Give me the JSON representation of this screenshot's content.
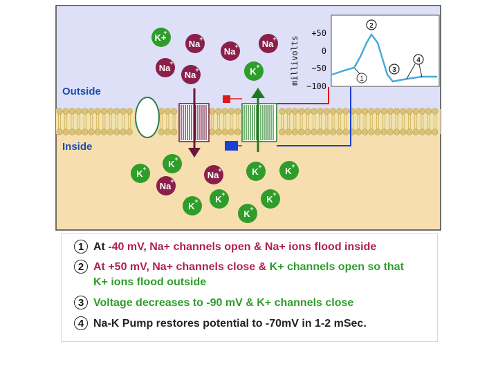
{
  "regions": {
    "outside_label": "Outside",
    "inside_label": "Inside"
  },
  "ions": {
    "outside": [
      {
        "type": "K",
        "label": "K+",
        "charge": "+"
      },
      {
        "type": "Na",
        "label": "Na",
        "charge": "+"
      },
      {
        "type": "Na",
        "label": "Na",
        "charge": "+"
      },
      {
        "type": "Na",
        "label": "Na",
        "charge": "+"
      },
      {
        "type": "Na",
        "label": "Na",
        "charge": "+"
      },
      {
        "type": "Na",
        "label": "Na",
        "charge": "+"
      },
      {
        "type": "K",
        "label": "K",
        "charge": "+"
      }
    ],
    "inside": [
      {
        "type": "K",
        "label": "K",
        "charge": "+"
      },
      {
        "type": "K",
        "label": "K",
        "charge": "+"
      },
      {
        "type": "Na",
        "label": "Na",
        "charge": "+"
      },
      {
        "type": "K",
        "label": "K",
        "charge": "+"
      },
      {
        "type": "K",
        "label": "K",
        "charge": "+"
      },
      {
        "type": "Na",
        "label": "Na",
        "charge": "+"
      },
      {
        "type": "K",
        "label": "K",
        "charge": "+"
      },
      {
        "type": "K",
        "label": "K",
        "charge": "+"
      },
      {
        "type": "K",
        "label": "K",
        "charge": "+"
      },
      {
        "type": "K",
        "label": "K",
        "charge": "+"
      }
    ]
  },
  "graph": {
    "ylabel": "millivolts",
    "ticks": [
      "+50",
      "0",
      "−50",
      "−100"
    ],
    "markers": [
      "1",
      "2",
      "3",
      "4"
    ]
  },
  "legend": [
    {
      "num": "1",
      "parts": [
        {
          "text": "At ",
          "color": "dark"
        },
        {
          "text": "-40 mV, Na+ channels open & Na+ ions flood inside",
          "color": "red"
        }
      ]
    },
    {
      "num": "2",
      "parts": [
        {
          "text": "At +50 mV, Na+ channels close & ",
          "color": "red"
        },
        {
          "text": "K+ channels open so that K+ ions flood outside",
          "color": "green"
        }
      ]
    },
    {
      "num": "3",
      "parts": [
        {
          "text": "Voltage decreases to -90 mV & K+ channels close",
          "color": "green"
        }
      ]
    },
    {
      "num": "4",
      "parts": [
        {
          "text": "Na-K Pump restores potential to -70mV in 1-2 mSec.",
          "color": "dark"
        }
      ]
    }
  ],
  "colors": {
    "outside_bg": "#dde0f7",
    "inside_bg": "#f7deae",
    "membrane_head": "#dcc276",
    "k_ion": "#2f9d2a",
    "na_ion": "#8a1f4a",
    "graph_line": "#4aa8d8",
    "red_text": "#b0224a",
    "green_text": "#2f9d2a"
  }
}
